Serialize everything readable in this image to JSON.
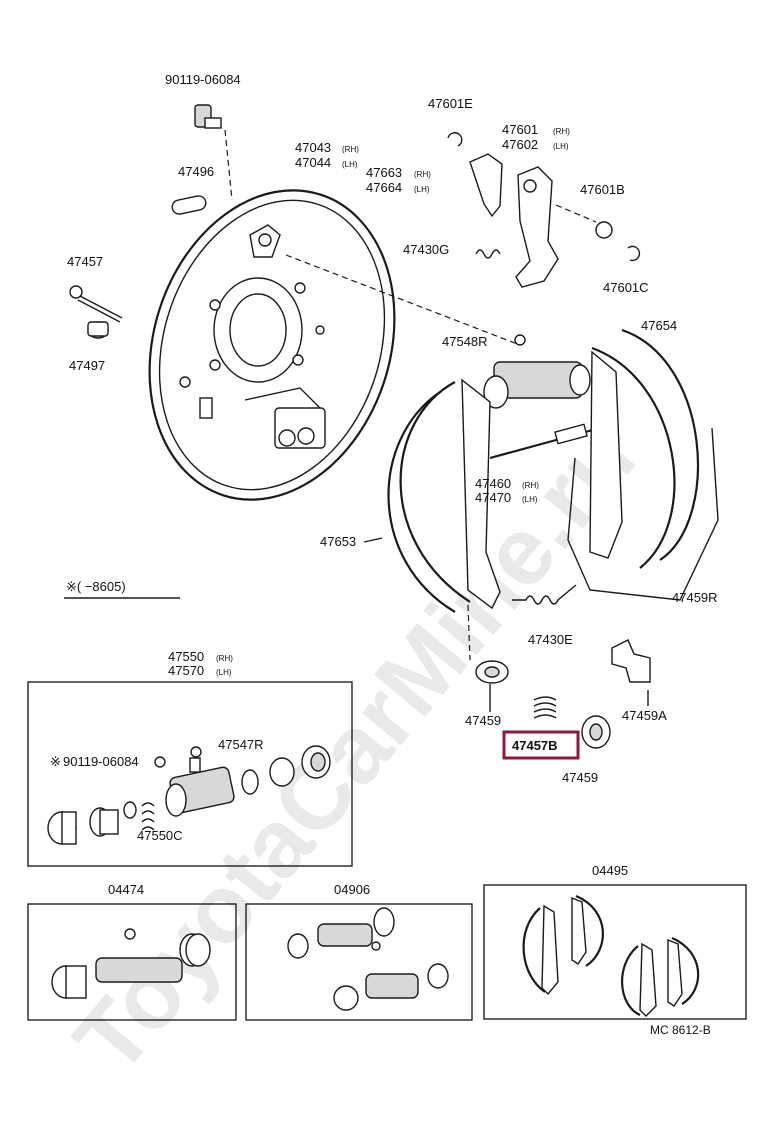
{
  "watermark": "ToyotaCarMine.ru",
  "labels": {
    "p90119_top": "90119-06084",
    "p47496": "47496",
    "p47457": "47457",
    "p47497": "47497",
    "p47043": "47043",
    "p47044": "47044",
    "p47601e": "47601E",
    "p47601": "47601",
    "p47602": "47602",
    "p47663": "47663",
    "p47664": "47664",
    "p47601b": "47601B",
    "p47430g": "47430G",
    "p47601c": "47601C",
    "p47548r": "47548R",
    "p47654": "47654",
    "p47460": "47460",
    "p47470": "47470",
    "p47653": "47653",
    "p47459r": "47459R",
    "p47430e": "47430E",
    "p47459_left": "47459",
    "p47457b": "47457B",
    "p47459_right": "47459",
    "p47459a": "47459A",
    "p47550": "47550",
    "p47570": "47570",
    "p47547r": "47547R",
    "p90119_box": "90119-06084",
    "p47550c": "47550C",
    "kit_04474": "04474",
    "kit_04906": "04906",
    "kit_04495": "04495",
    "ref_code": "MC  8612-B"
  },
  "suffix": {
    "rh": "(RH)",
    "lh": "(LH)"
  },
  "note_mark": "※",
  "date_note": "※(      −8605)",
  "highlight": {
    "part": "47457B",
    "color": "#8b1a3a"
  }
}
